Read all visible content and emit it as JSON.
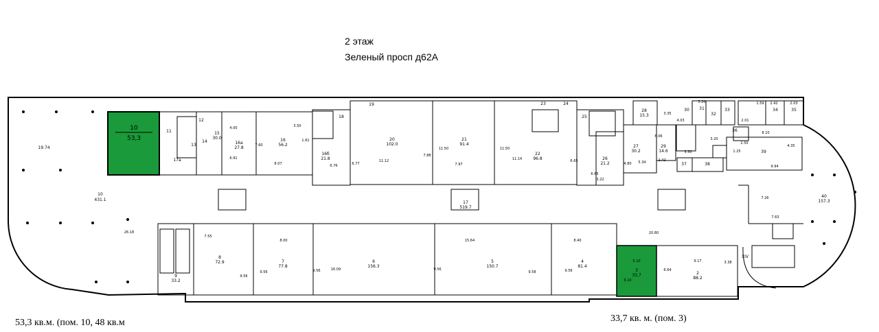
{
  "header": {
    "floor": "2  этаж",
    "address": "Зеленый просп д62А"
  },
  "captions": {
    "left": "53,3 кв.м. (пом. 10, 48 кв.м",
    "right": "33,7 кв. м. (пом. 3)"
  },
  "highlight": {
    "color": "#1a9a3a",
    "room10_number": "10",
    "room10_area": "53,3",
    "room3_number": "3",
    "room3_area": "33,7"
  },
  "rooms": [
    {
      "id": "r-19-74",
      "label": "19.74"
    },
    {
      "id": "r-10-big",
      "label": "10"
    },
    {
      "id": "r-10-area",
      "label": "431.1"
    },
    {
      "id": "r-2618",
      "label": "26.18"
    },
    {
      "id": "r-11",
      "label": "11"
    },
    {
      "id": "r-12",
      "label": "12"
    },
    {
      "id": "r-13",
      "label": "13"
    },
    {
      "id": "r-14",
      "label": "14"
    },
    {
      "id": "r-15",
      "label": "15"
    },
    {
      "id": "r-15-area",
      "label": "30.0"
    },
    {
      "id": "r-17a",
      "label": "17а"
    },
    {
      "id": "r-16a",
      "label": "16а"
    },
    {
      "id": "r-16a-area",
      "label": "27.8"
    },
    {
      "id": "r-16",
      "label": "16"
    },
    {
      "id": "r-16-area",
      "label": "56.2"
    },
    {
      "id": "r-16b",
      "label": "16б"
    },
    {
      "id": "r-16b-area",
      "label": "21.8"
    },
    {
      "id": "r-18",
      "label": "18"
    },
    {
      "id": "r-19",
      "label": "19"
    },
    {
      "id": "r-20",
      "label": "20"
    },
    {
      "id": "r-20-area",
      "label": "102.0"
    },
    {
      "id": "r-21",
      "label": "21"
    },
    {
      "id": "r-21-area",
      "label": "91.4"
    },
    {
      "id": "r-22",
      "label": "22"
    },
    {
      "id": "r-22-area",
      "label": "96.8"
    },
    {
      "id": "r-23",
      "label": "23"
    },
    {
      "id": "r-24",
      "label": "24"
    },
    {
      "id": "r-25",
      "label": "25"
    },
    {
      "id": "r-26",
      "label": "26"
    },
    {
      "id": "r-26-area",
      "label": "21.2"
    },
    {
      "id": "r-27",
      "label": "27"
    },
    {
      "id": "r-27-area",
      "label": "30.2"
    },
    {
      "id": "r-28",
      "label": "28"
    },
    {
      "id": "r-28-area",
      "label": "15.3"
    },
    {
      "id": "r-29",
      "label": "29"
    },
    {
      "id": "r-29-area",
      "label": "14.6"
    },
    {
      "id": "r-30",
      "label": "30"
    },
    {
      "id": "r-31",
      "label": "31"
    },
    {
      "id": "r-32",
      "label": "32"
    },
    {
      "id": "r-33",
      "label": "33"
    },
    {
      "id": "r-34",
      "label": "34"
    },
    {
      "id": "r-35",
      "label": "35"
    },
    {
      "id": "r-36",
      "label": "36"
    },
    {
      "id": "r-37",
      "label": "37"
    },
    {
      "id": "r-38",
      "label": "38"
    },
    {
      "id": "r-39",
      "label": "39"
    },
    {
      "id": "r-40",
      "label": "40"
    },
    {
      "id": "r-40-area",
      "label": "157.3"
    },
    {
      "id": "r-17",
      "label": "17"
    },
    {
      "id": "r-17-area",
      "label": "519.7"
    },
    {
      "id": "r-9",
      "label": "9"
    },
    {
      "id": "r-9-area",
      "label": "33.2"
    },
    {
      "id": "r-8",
      "label": "8"
    },
    {
      "id": "r-8-area",
      "label": "72.9"
    },
    {
      "id": "r-7",
      "label": "7"
    },
    {
      "id": "r-7-area",
      "label": "77.8"
    },
    {
      "id": "r-6",
      "label": "6"
    },
    {
      "id": "r-6-area",
      "label": "156.3"
    },
    {
      "id": "r-5",
      "label": "5"
    },
    {
      "id": "r-5-area",
      "label": "150.7"
    },
    {
      "id": "r-4",
      "label": "4"
    },
    {
      "id": "r-4-area",
      "label": "81.4"
    },
    {
      "id": "r-2",
      "label": "2"
    },
    {
      "id": "r-2-area",
      "label": "88.2"
    },
    {
      "id": "r-xiv",
      "label": "XIV"
    }
  ],
  "dims": [
    {
      "id": "d-400",
      "label": "4.00"
    },
    {
      "id": "d-691",
      "label": "6.91"
    },
    {
      "id": "d-760",
      "label": "7.60"
    },
    {
      "id": "d-807",
      "label": "8.07"
    },
    {
      "id": "d-350",
      "label": "3.50"
    },
    {
      "id": "d-161",
      "label": "1.61"
    },
    {
      "id": "d-676",
      "label": "6.76"
    },
    {
      "id": "d-677",
      "label": "6.77"
    },
    {
      "id": "d-1112",
      "label": "11.12"
    },
    {
      "id": "d-788",
      "label": "7.88"
    },
    {
      "id": "d-1150a",
      "label": "11.50"
    },
    {
      "id": "d-797",
      "label": "7.97"
    },
    {
      "id": "d-1150b",
      "label": "11.50"
    },
    {
      "id": "d-1114",
      "label": "11.14"
    },
    {
      "id": "d-665",
      "label": "6.65"
    },
    {
      "id": "d-665b",
      "label": "6.65"
    },
    {
      "id": "d-322",
      "label": "3.22"
    },
    {
      "id": "d-480",
      "label": "4.80"
    },
    {
      "id": "d-534",
      "label": "5.34"
    },
    {
      "id": "d-242",
      "label": "2.42"
    },
    {
      "id": "d-606",
      "label": "6.06"
    },
    {
      "id": "d-335",
      "label": "3.35"
    },
    {
      "id": "d-403",
      "label": "4.03"
    },
    {
      "id": "d-320a",
      "label": "3.20"
    },
    {
      "id": "d-320b",
      "label": "3.20"
    },
    {
      "id": "d-330",
      "label": "3.30"
    },
    {
      "id": "d-201",
      "label": "2.01"
    },
    {
      "id": "d-159",
      "label": "1.59"
    },
    {
      "id": "d-242b",
      "label": "2.42"
    },
    {
      "id": "d-203",
      "label": "2.03"
    },
    {
      "id": "d-810",
      "label": "8.10"
    },
    {
      "id": "d-250",
      "label": "2.50"
    },
    {
      "id": "d-125",
      "label": "1.25"
    },
    {
      "id": "d-994",
      "label": "9.94"
    },
    {
      "id": "d-435",
      "label": "4.35"
    },
    {
      "id": "d-726",
      "label": "7.26"
    },
    {
      "id": "d-763",
      "label": "7.63"
    },
    {
      "id": "d-2080",
      "label": "20.80"
    },
    {
      "id": "d-755",
      "label": "7.55"
    },
    {
      "id": "d-800",
      "label": "8.00"
    },
    {
      "id": "d-1564",
      "label": "15.64"
    },
    {
      "id": "d-840",
      "label": "8.40"
    },
    {
      "id": "d-956a",
      "label": "9.56"
    },
    {
      "id": "d-956b",
      "label": "9.56"
    },
    {
      "id": "d-956c",
      "label": "9.56"
    },
    {
      "id": "d-1609",
      "label": "16.09"
    },
    {
      "id": "d-956d",
      "label": "9.56"
    },
    {
      "id": "d-956e",
      "label": "9.58"
    },
    {
      "id": "d-956f",
      "label": "9.56"
    },
    {
      "id": "d-917",
      "label": "9.17"
    },
    {
      "id": "d-664",
      "label": "6.64"
    },
    {
      "id": "d-338",
      "label": "3.38"
    },
    {
      "id": "d-510",
      "label": "5.10"
    },
    {
      "id": "d-610",
      "label": "6.10"
    }
  ]
}
